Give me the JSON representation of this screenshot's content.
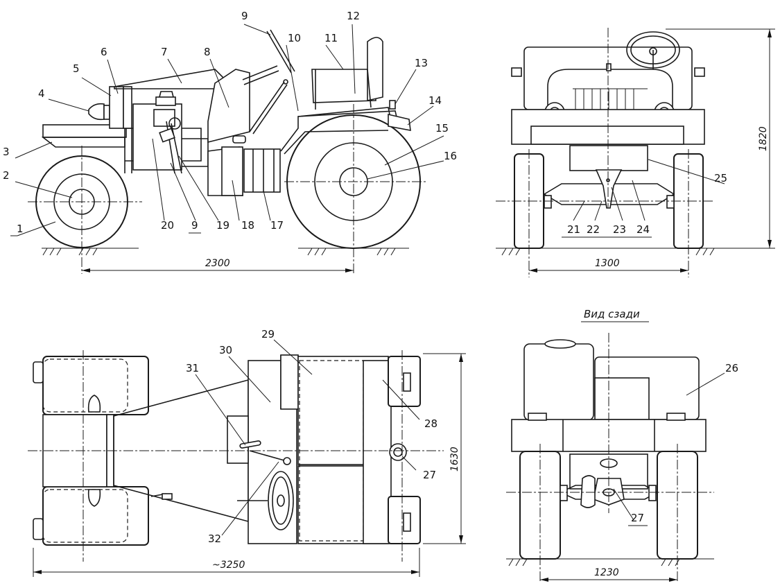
{
  "callouts": {
    "c1": "1",
    "c2": "2",
    "c3": "3",
    "c4": "4",
    "c5": "5",
    "c6": "6",
    "c7": "7",
    "c8": "8",
    "c9": "9",
    "c9b": "9",
    "c10": "10",
    "c11": "11",
    "c12": "12",
    "c13": "13",
    "c14": "14",
    "c15": "15",
    "c16": "16",
    "c17": "17",
    "c18": "18",
    "c19": "19",
    "c20": "20",
    "c21": "21",
    "c22": "22",
    "c23": "23",
    "c24": "24",
    "c25": "25",
    "c26": "26",
    "c27": "27",
    "c27b": "27",
    "c28": "28",
    "c29": "29",
    "c30": "30",
    "c31": "31",
    "c32": "32"
  },
  "dimensions": {
    "wheelbase": "2300",
    "front_track": "1300",
    "height": "1820",
    "length": "~3250",
    "width": "1630",
    "rear_track": "1230"
  },
  "view_titles": {
    "rear_view": "Вид сзади"
  }
}
